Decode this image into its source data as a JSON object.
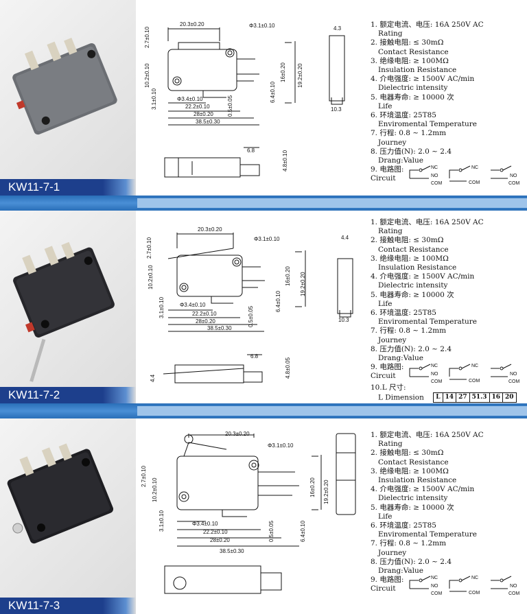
{
  "products": [
    {
      "model": "KW11-7-1",
      "dims": {
        "top_width": "20.3±0.20",
        "hole_top": "Φ3.1±0.10",
        "height_left": "2.7±0.10",
        "height_mid": "10.2±0.10",
        "left_low": "3.1±0.10",
        "hole_bottom": "Φ3.4±0.10",
        "pitch_a": "22.2±0.10",
        "pitch_b": "28±0.20",
        "total_len": "38.5±0.30",
        "term_gap": "0.5±0.05",
        "term_h": "6.4±0.10",
        "h16": "16±0.20",
        "h19": "19.2±0.20",
        "side_w": "4.3",
        "side_bottom": "10.3",
        "term_w": "6.8",
        "term_depth": "4.8±0.10"
      },
      "specs": [
        {
          "cn": "1. 额定电流、电压:",
          "val": "16A 250V AC",
          "en": "Rating"
        },
        {
          "cn": "2. 接触电阻:",
          "val": "≤ 30mΩ",
          "en": "Contact Resistance"
        },
        {
          "cn": "3. 绝缘电阻:",
          "val": "≥ 100MΩ",
          "en": "Insulation Resistance"
        },
        {
          "cn": "4. 介电强度:",
          "val": "≥ 1500V AC/min",
          "en": "Dielectric intensity"
        },
        {
          "cn": "5. 电器寿命:",
          "val": "≥ 10000 次",
          "en": "Life"
        },
        {
          "cn": "6. 环境温度:",
          "val": "25T85",
          "en": "Enviromental Temperature"
        },
        {
          "cn": "7. 行程:",
          "val": "0.8 ~ 1.2mm",
          "en": "Journey"
        },
        {
          "cn": "8. 压力值(N):",
          "val": "2.0 ~ 2.4",
          "en": "Drang:Value"
        },
        {
          "cn": "9. 电路图:",
          "val": "",
          "en": "Circuit"
        }
      ]
    },
    {
      "model": "KW11-7-2",
      "dims": {
        "top_width": "20.3±0.20",
        "hole_top": "Φ3.1±0.10",
        "height_left": "2.7±0.10",
        "height_mid": "10.2±0.10",
        "left_low": "3.1±0.10",
        "hole_bottom": "Φ3.4±0.10",
        "pitch_a": "22.2±0.10",
        "pitch_b": "28±0.20",
        "total_len": "38.5±0.30",
        "term_gap": "0.5±0.05",
        "term_h": "6.4±0.10",
        "h16": "16±0.20",
        "h19": "19.2±0.20",
        "side_w": "4.4",
        "side_bottom": "10.3",
        "term_w": "6.8",
        "term_depth": "4.8±0.05",
        "left_small": "4.4"
      },
      "specs": [
        {
          "cn": "1. 额定电流、电压:",
          "val": "16A 250V AC",
          "en": "Rating"
        },
        {
          "cn": "2. 接触电阻:",
          "val": "≤ 30mΩ",
          "en": "Contact Resistance"
        },
        {
          "cn": "3. 绝缘电阻:",
          "val": "≥ 100MΩ",
          "en": "Insulation Resistance"
        },
        {
          "cn": "4. 介电强度:",
          "val": "≥ 1500V AC/min",
          "en": "Dielectric intensity"
        },
        {
          "cn": "5. 电器寿命:",
          "val": "≥ 10000 次",
          "en": "Life"
        },
        {
          "cn": "6. 环境温度:",
          "val": "25T85",
          "en": "Enviromental Temperature"
        },
        {
          "cn": "7. 行程:",
          "val": "0.8 ~ 1.2mm",
          "en": "Journey"
        },
        {
          "cn": "8. 压力值(N):",
          "val": "2.0 ~ 2.4",
          "en": "Drang:Value"
        },
        {
          "cn": "9. 电路图:",
          "val": "",
          "en": "Circuit"
        }
      ],
      "l_dimension": {
        "cn": "10.L 尺寸:",
        "en": "L Dimension",
        "values": [
          "L",
          "14",
          "27",
          "51.3",
          "16",
          "20"
        ]
      }
    },
    {
      "model": "KW11-7-3",
      "dims": {
        "top_width": "20.3±0.20",
        "hole_top": "Φ3.1±0.10",
        "height_left": "2.7±0.10",
        "height_mid": "10.2±0.10",
        "left_low": "3.1±0.10",
        "hole_bottom": "Φ3.4±0.10",
        "pitch_a": "22.2±0.10",
        "pitch_b": "28±0.20",
        "total_len": "38.5±0.30",
        "term_gap": "0.5±0.05",
        "term_h": "6.4±0.10",
        "h16": "16±0.20",
        "h19": "19.2±0.20"
      },
      "specs": [
        {
          "cn": "1. 额定电流、电压:",
          "val": "16A 250V AC",
          "en": "Rating"
        },
        {
          "cn": "2. 接触电阻:",
          "val": "≤ 30mΩ",
          "en": "Contact Resistance"
        },
        {
          "cn": "3. 绝缘电阻:",
          "val": "≥ 100MΩ",
          "en": "Insulation Resistance"
        },
        {
          "cn": "4. 介电强度:",
          "val": "≥ 1500V AC/min",
          "en": "Dielectric intensity"
        },
        {
          "cn": "5. 电器寿命:",
          "val": "≥ 10000 次",
          "en": "Life"
        },
        {
          "cn": "6. 环境温度:",
          "val": "25T85",
          "en": "Enviromental Temperature"
        },
        {
          "cn": "7. 行程:",
          "val": "0.8 ~ 1.2mm",
          "en": "Journey"
        },
        {
          "cn": "8. 压力值(N):",
          "val": "2.0 ~ 2.4",
          "en": "Drang:Value"
        },
        {
          "cn": "9. 电路图:",
          "val": "",
          "en": "Circuit"
        }
      ]
    }
  ],
  "circuit_labels": {
    "nc": "NC",
    "no": "NO",
    "com": "COM"
  },
  "colors": {
    "band": "#2a6fb8",
    "label_bg": "#1d3f8c",
    "switch_grey": "#6b6e73",
    "switch_black": "#26262a",
    "contact_red": "#c0392b",
    "terminal": "#d9d2c0"
  }
}
